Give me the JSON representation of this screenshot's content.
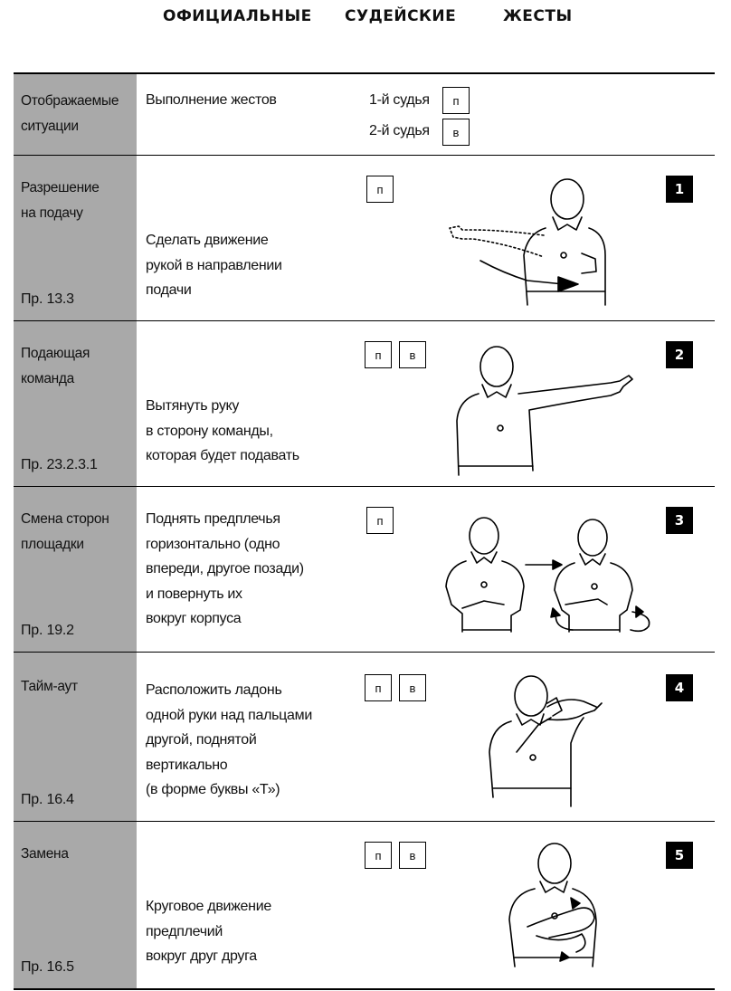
{
  "title": {
    "w1": "ОФИЦИАЛЬНЫЕ",
    "w2": "СУДЕЙСКИЕ",
    "w3": "ЖЕСТЫ"
  },
  "header": {
    "situations": "Отображаемые\nситуации",
    "performance": "Выполнение жестов",
    "ref1": "1-й судья",
    "ref1_code": "п",
    "ref2": "2-й судья",
    "ref2_code": "в"
  },
  "rows": [
    {
      "situation": "Разрешение\nна подачу",
      "rule": "Пр. 13.3",
      "description": "Сделать движение\nрукой в направлении\nподачи",
      "boxes": [
        "п"
      ],
      "number": "1"
    },
    {
      "situation": "Подающая\nкоманда",
      "rule": "Пр. 23.2.3.1",
      "description": "Вытянуть руку\nв сторону команды,\nкоторая будет подавать",
      "boxes": [
        "п",
        "в"
      ],
      "number": "2"
    },
    {
      "situation": "Смена сторон\nплощадки",
      "rule": "Пр. 19.2",
      "description": "Поднять предплечья\nгоризонтально  (одно\nвпереди, другое позади)\nи повернуть их\nвокруг корпуса",
      "boxes": [
        "п"
      ],
      "number": "3"
    },
    {
      "situation": "Тайм-аут",
      "rule": "Пр. 16.4",
      "description": "Расположить ладонь\nодной руки над пальцами\nдругой,  поднятой\nвертикально\n (в форме буквы «Т»)",
      "boxes": [
        "п",
        "в"
      ],
      "number": "4"
    },
    {
      "situation": "Замена",
      "rule": "Пр. 16.5",
      "description": "Круговое движение\nпредплечий\nвокруг друг друга",
      "boxes": [
        "п",
        "в"
      ],
      "number": "5"
    }
  ]
}
